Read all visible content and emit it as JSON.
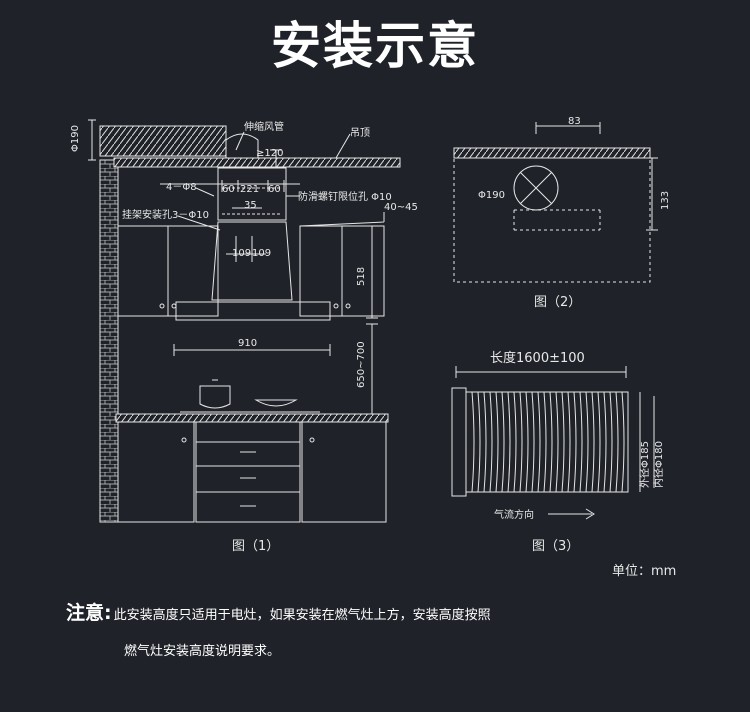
{
  "title": "安装示意",
  "fig1": {
    "caption": "图（1）",
    "phi190": "Φ190",
    "gte120": "≥120",
    "duct_label": "伸缩风管",
    "ceiling_label": "吊顶",
    "hole4": "4－Φ8",
    "d60a": "60",
    "d221": "221",
    "d60b": "60",
    "d35": "35",
    "antislip": "防滑螺钉限位孔 Φ10",
    "hanger": "挂架安装孔3－Φ10",
    "angle": "40~45",
    "d109a": "109",
    "d109b": "109",
    "d518": "518",
    "d910": "910",
    "h650": "650~700"
  },
  "fig2": {
    "caption": "图（2）",
    "d83": "83",
    "phi190": "Φ190",
    "d133": "133"
  },
  "fig3": {
    "caption": "图（3）",
    "length": "长度1600±100",
    "outer": "外径Φ185",
    "inner": "内径Φ180",
    "flow": "气流方向"
  },
  "unit": "单位：mm",
  "note": {
    "label": "注意:",
    "line1": "此安装高度只适用于电灶，如果安装在燃气灶上方，安装高度按照",
    "line2": "燃气灶安装高度说明要求。"
  }
}
